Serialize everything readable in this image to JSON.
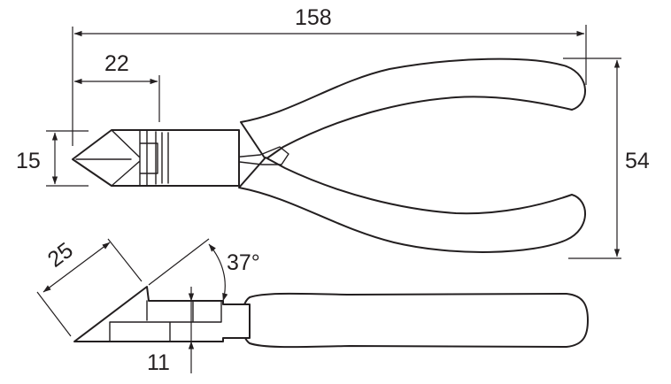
{
  "dimensions": {
    "overall_length": "158",
    "head_length": "22",
    "jaw_width": "15",
    "handle_span": "54",
    "blade_length": "25",
    "blade_angle": "37°",
    "head_thickness": "11"
  },
  "colors": {
    "line": "#231f20",
    "background": "#ffffff"
  }
}
